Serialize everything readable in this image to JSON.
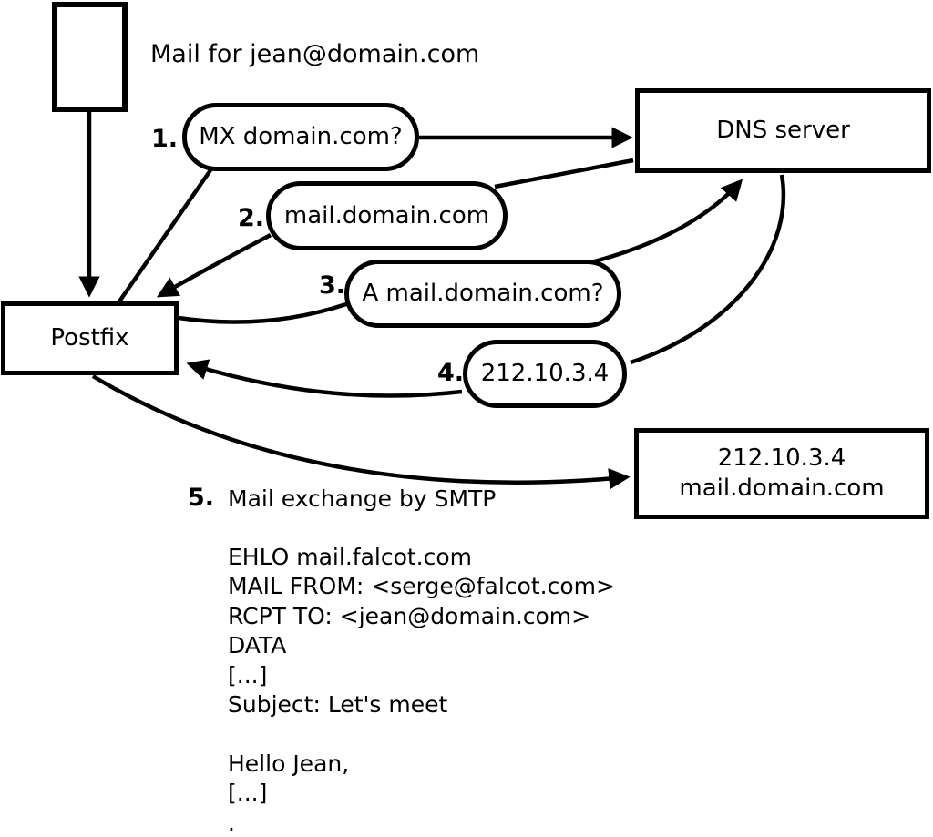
{
  "diagram": {
    "title": "Mail for jean@domain.com",
    "nodes": {
      "postfix": {
        "label": "Postfix"
      },
      "dns": {
        "label": "DNS server"
      },
      "mail_server": {
        "line1": "212.10.3.4",
        "line2": "mail.domain.com"
      }
    },
    "steps": [
      {
        "num": "1.",
        "label": "MX domain.com?"
      },
      {
        "num": "2.",
        "label": "mail.domain.com"
      },
      {
        "num": "3.",
        "label": "A mail.domain.com?"
      },
      {
        "num": "4.",
        "label": "212.10.3.4"
      },
      {
        "num": "5.",
        "label": "Mail exchange by SMTP"
      }
    ],
    "smtp_session": {
      "lines": [
        "EHLO mail.falcot.com",
        "MAIL FROM: <serge@falcot.com>",
        "RCPT TO: <jean@domain.com>",
        "DATA",
        "[...]",
        "Subject: Let's meet",
        "",
        "Hello Jean,",
        "[...]",
        "."
      ]
    },
    "colors": {
      "stroke": "#000000",
      "fill": "#ffffff"
    }
  }
}
